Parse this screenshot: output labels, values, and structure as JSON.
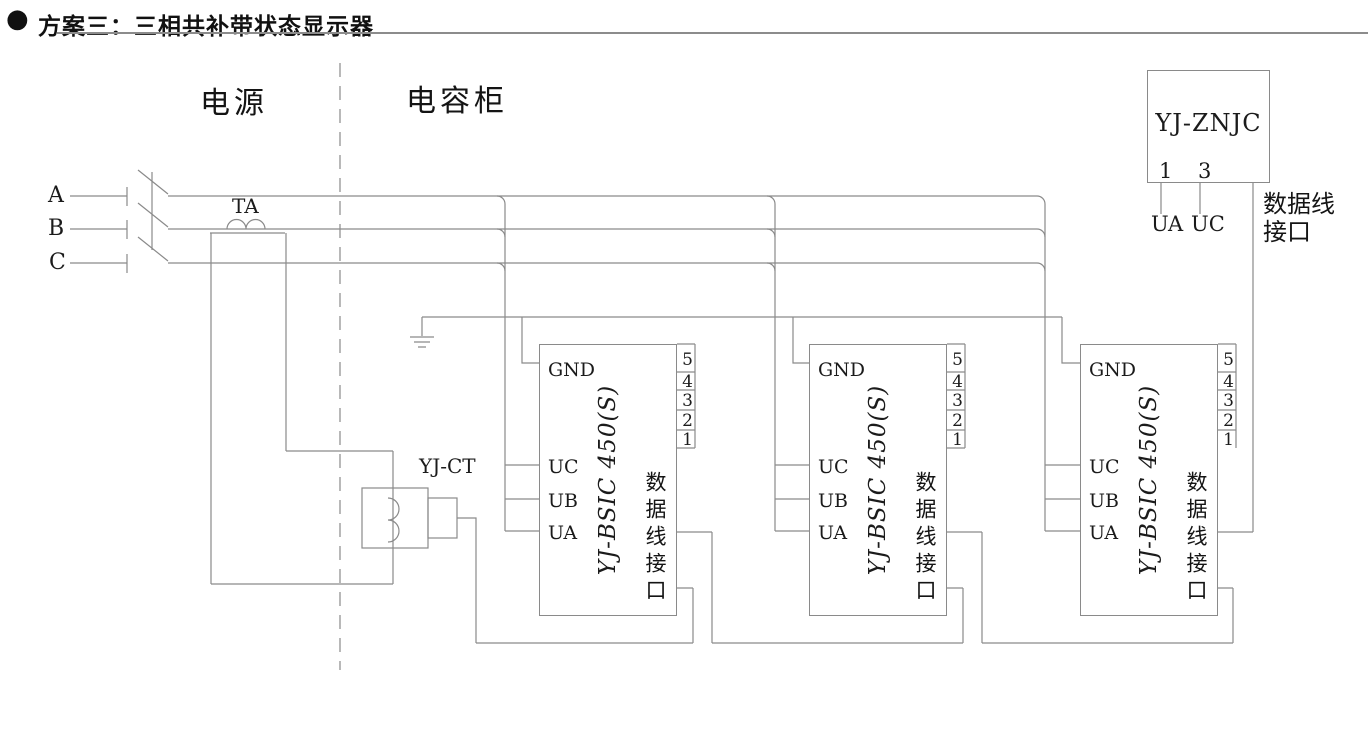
{
  "colors": {
    "line": "#8a8a8a",
    "text": "#1b1b1b",
    "title": "#111111",
    "rule": "#8c8c8c"
  },
  "title": {
    "bullet": "●",
    "text": "方案三：三相共补带状态显示器"
  },
  "zones": {
    "power": "电源",
    "capacitor": "电容柜"
  },
  "phases": {
    "a": "A",
    "b": "B",
    "c": "C"
  },
  "ta_label": "TA",
  "ct_label": "YJ-CT",
  "znjc": {
    "name": "YJ-ZNJC",
    "pin_left": "1",
    "pin_right": "3",
    "pin_left_label": "UA",
    "pin_right_label": "UC",
    "data_line_1": "数据线",
    "data_line_2": "接口"
  },
  "controllers": [
    {
      "model": "YJ-BSIC 450(S)",
      "gnd": "GND",
      "uc": "UC",
      "ub": "UB",
      "ua": "UA",
      "pins": [
        "5",
        "4",
        "3",
        "2",
        "1"
      ],
      "data_label": "数据线接口"
    },
    {
      "model": "YJ-BSIC 450(S)",
      "gnd": "GND",
      "uc": "UC",
      "ub": "UB",
      "ua": "UA",
      "pins": [
        "5",
        "4",
        "3",
        "2",
        "1"
      ],
      "data_label": "数据线接口"
    },
    {
      "model": "YJ-BSIC 450(S)",
      "gnd": "GND",
      "uc": "UC",
      "ub": "UB",
      "ua": "UA",
      "pins": [
        "5",
        "4",
        "3",
        "2",
        "1"
      ],
      "data_label": "数据线接口"
    }
  ]
}
